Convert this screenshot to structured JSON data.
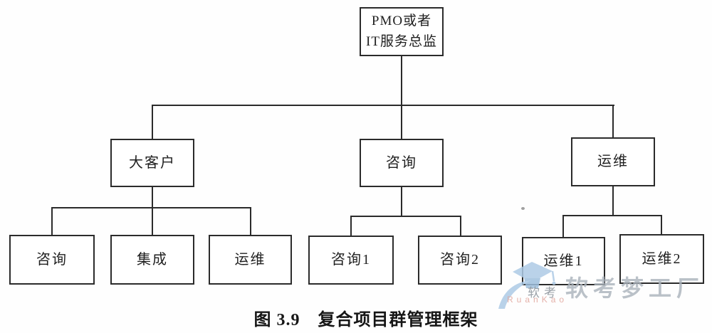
{
  "colors": {
    "paper": "#fefefe",
    "ink": "#1f1f1f",
    "line": "#2b2b2b",
    "watermark_gray": "#aab2bb",
    "watermark_blue": "#aecbe6",
    "watermark_pink": "#e2a89f"
  },
  "nodes": {
    "root": {
      "line1": "PMO或者",
      "line2": "IT服务总监"
    },
    "level2": [
      {
        "label": "大客户"
      },
      {
        "label": "咨询"
      },
      {
        "label": "运维"
      }
    ],
    "level3": [
      {
        "label": "咨询"
      },
      {
        "label": "集成"
      },
      {
        "label": "运维"
      },
      {
        "label": "咨询1"
      },
      {
        "label": "咨询2"
      },
      {
        "label": "运维1"
      },
      {
        "label": "运维2"
      }
    ]
  },
  "caption": "图 3.9　复合项目群管理框架",
  "watermark": {
    "brand_cn": "软考",
    "brand_en": "RuanKao",
    "big_text": "软考梦工厂"
  }
}
